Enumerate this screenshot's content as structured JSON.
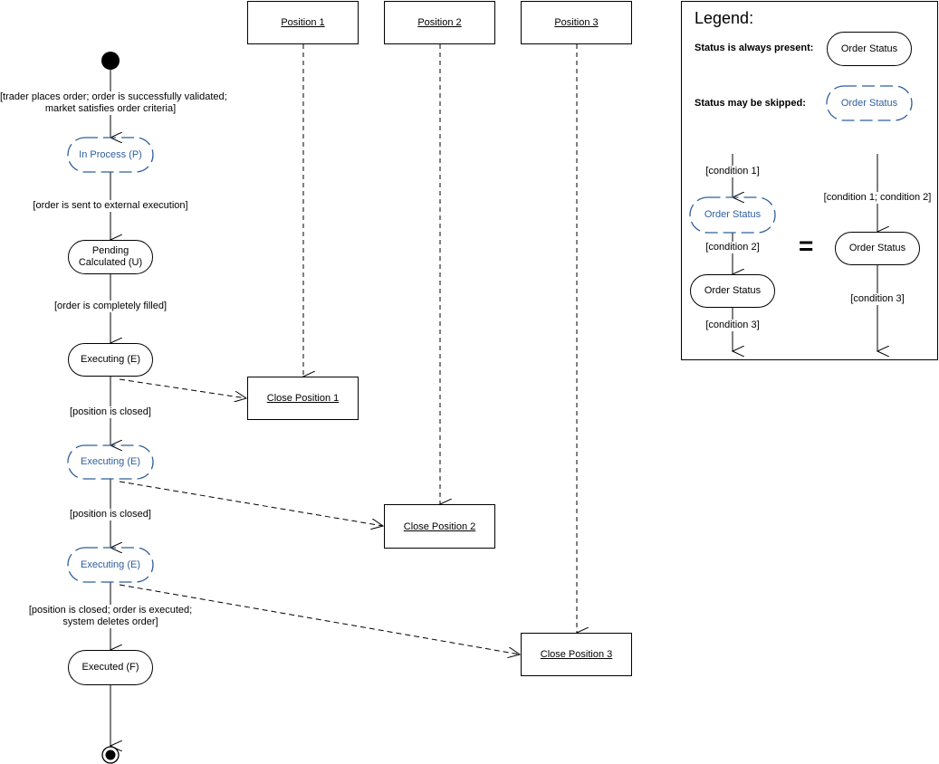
{
  "positions": [
    {
      "label": "Position 1"
    },
    {
      "label": "Position 2"
    },
    {
      "label": "Position 3"
    }
  ],
  "closes": [
    {
      "label": "Close Position 1"
    },
    {
      "label": "Close Position 2"
    },
    {
      "label": "Close Position 3"
    }
  ],
  "states": {
    "in_process": "In Process (P)",
    "pending_line1": "Pending",
    "pending_line2": "Calculated (U)",
    "executing_1": "Executing (E)",
    "executing_2": "Executing (E)",
    "executing_3": "Executing (E)",
    "executed": "Executed (F)"
  },
  "transitions": {
    "t1_line1": "[trader places order; order is successfully validated;",
    "t1_line2": "market satisfies order criteria]",
    "t2": "[order is sent to external execution]",
    "t3": "[order is completely filled]",
    "t4": "[position is closed]",
    "t5": "[position is closed]",
    "t6_line1": "[position is closed; order is executed;",
    "t6_line2": "system deletes order]"
  },
  "legend": {
    "title": "Legend:",
    "always_present_label": "Status is always present:",
    "always_present_state": "Order Status",
    "may_skip_label": "Status may be skipped:",
    "may_skip_state": "Order Status",
    "ex_condition_1": "[condition 1]",
    "ex_optional_state": "Order Status",
    "ex_condition_2": "[condition 2]",
    "ex_state": "Order Status",
    "ex_condition_3": "[condition 3]",
    "equals": "=",
    "eq_condition_12": "[condition 1; condition 2]",
    "eq_state": "Order Status",
    "eq_condition_3": "[condition 3]"
  },
  "colors": {
    "optional_state": "#2e5f9c",
    "line": "#000000"
  }
}
